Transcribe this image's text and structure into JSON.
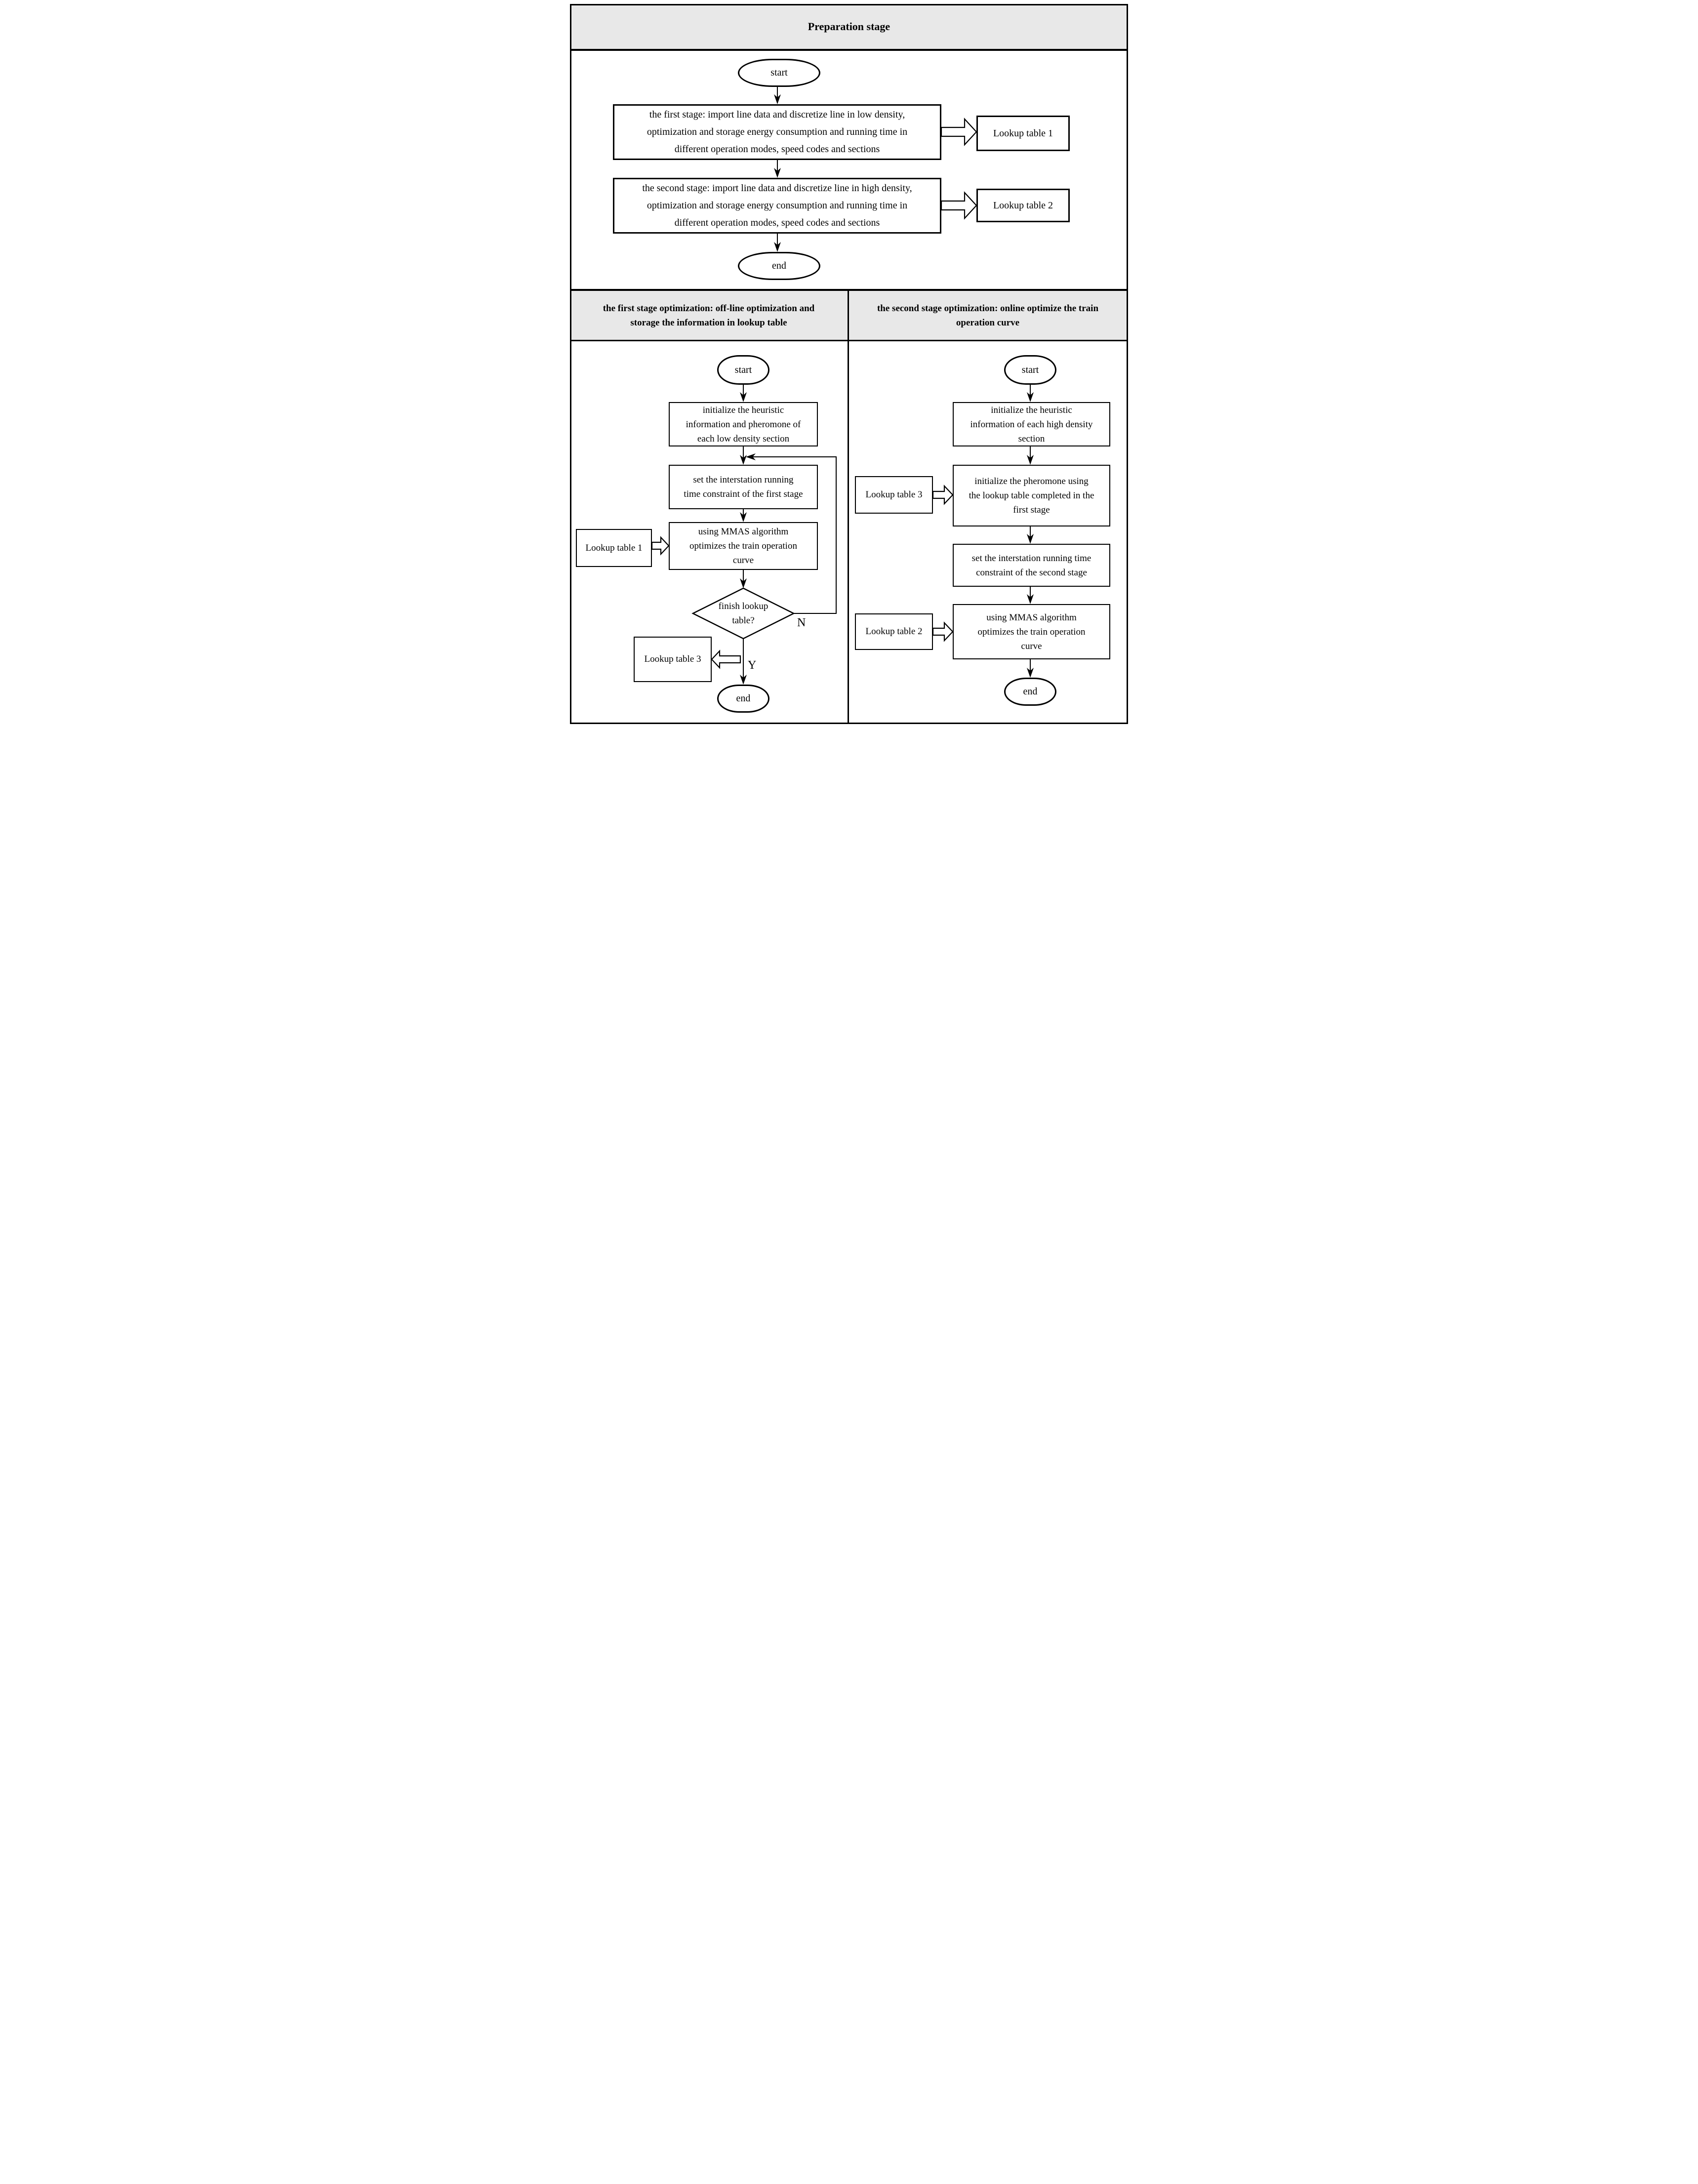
{
  "colors": {
    "background": "#ffffff",
    "ink": "#000000",
    "header_fill": "#e8e8e8"
  },
  "preparation": {
    "title": "Preparation stage",
    "start": "start",
    "stage1": "the first stage: import line data and discretize line in low density,\noptimization and storage  energy consumption and running time  in\ndifferent operation modes, speed codes and sections",
    "lookup1": "Lookup table 1",
    "stage2": "the second stage: import line data and discretize line in high density,\noptimization and storage  energy consumption and running time  in\ndifferent operation modes, speed codes and sections",
    "lookup2": "Lookup table 2",
    "end": "end"
  },
  "first_stage": {
    "title": "the first  stage optimization: off-line optimization and\nstorage the information in lookup table",
    "start": "start",
    "init_box": "initialize the heuristic\ninformation and pheromone of\neach low density section",
    "constraint_box": "set the interstation running\ntime constraint of the first stage",
    "mmas_box": "using MMAS algorithm\noptimizes the train operation\ncurve",
    "lookup1": "Lookup table 1",
    "decision": "finish lookup\ntable?",
    "no_label": "N",
    "yes_label": "Y",
    "lookup3": "Lookup table 3",
    "end": "end"
  },
  "second_stage": {
    "title": "the second stage optimization: online optimize the train\noperation curve",
    "start": "start",
    "init_heuristic_box": "initialize the heuristic\ninformation of each high density\nsection",
    "lookup3": "Lookup table 3",
    "init_pheromone_box": "initialize the pheromone using\nthe lookup table completed in the\nfirst stage",
    "constraint_box": "set the interstation running time\nconstraint of the second stage",
    "lookup2": "Lookup table 2",
    "mmas_box": "using MMAS algorithm\noptimizes the train operation\ncurve",
    "end": "end"
  }
}
